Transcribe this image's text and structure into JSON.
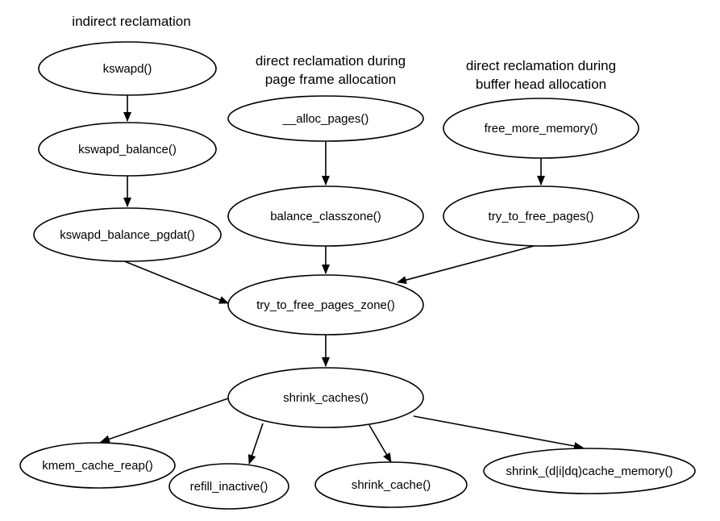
{
  "headings": {
    "indirect": {
      "line1": "indirect reclamation"
    },
    "page_frame": {
      "line1": "direct reclamation during",
      "line2": "page frame allocation"
    },
    "buffer_head": {
      "line1": "direct reclamation during",
      "line2": "buffer head allocation"
    }
  },
  "nodes": {
    "kswapd": "kswapd()",
    "kswapd_balance": "kswapd_balance()",
    "kswapd_balance_pgdat": "kswapd_balance_pgdat()",
    "alloc_pages": "__alloc_pages()",
    "balance_classzone": "balance_classzone()",
    "free_more_memory": "free_more_memory()",
    "try_to_free_pages": "try_to_free_pages()",
    "try_to_free_pages_zone": "try_to_free_pages_zone()",
    "shrink_caches": "shrink_caches()",
    "kmem_cache_reap": "kmem_cache_reap()",
    "refill_inactive": "refill_inactive()",
    "shrink_cache": "shrink_cache()",
    "shrink_dq_cache_memory": "shrink_(d|i|dq)cache_memory()"
  },
  "edges": [
    [
      "kswapd",
      "kswapd_balance"
    ],
    [
      "kswapd_balance",
      "kswapd_balance_pgdat"
    ],
    [
      "kswapd_balance_pgdat",
      "try_to_free_pages_zone"
    ],
    [
      "alloc_pages",
      "balance_classzone"
    ],
    [
      "balance_classzone",
      "try_to_free_pages_zone"
    ],
    [
      "free_more_memory",
      "try_to_free_pages"
    ],
    [
      "try_to_free_pages",
      "try_to_free_pages_zone"
    ],
    [
      "try_to_free_pages_zone",
      "shrink_caches"
    ],
    [
      "shrink_caches",
      "kmem_cache_reap"
    ],
    [
      "shrink_caches",
      "refill_inactive"
    ],
    [
      "shrink_caches",
      "shrink_cache"
    ],
    [
      "shrink_caches",
      "shrink_dq_cache_memory"
    ]
  ]
}
